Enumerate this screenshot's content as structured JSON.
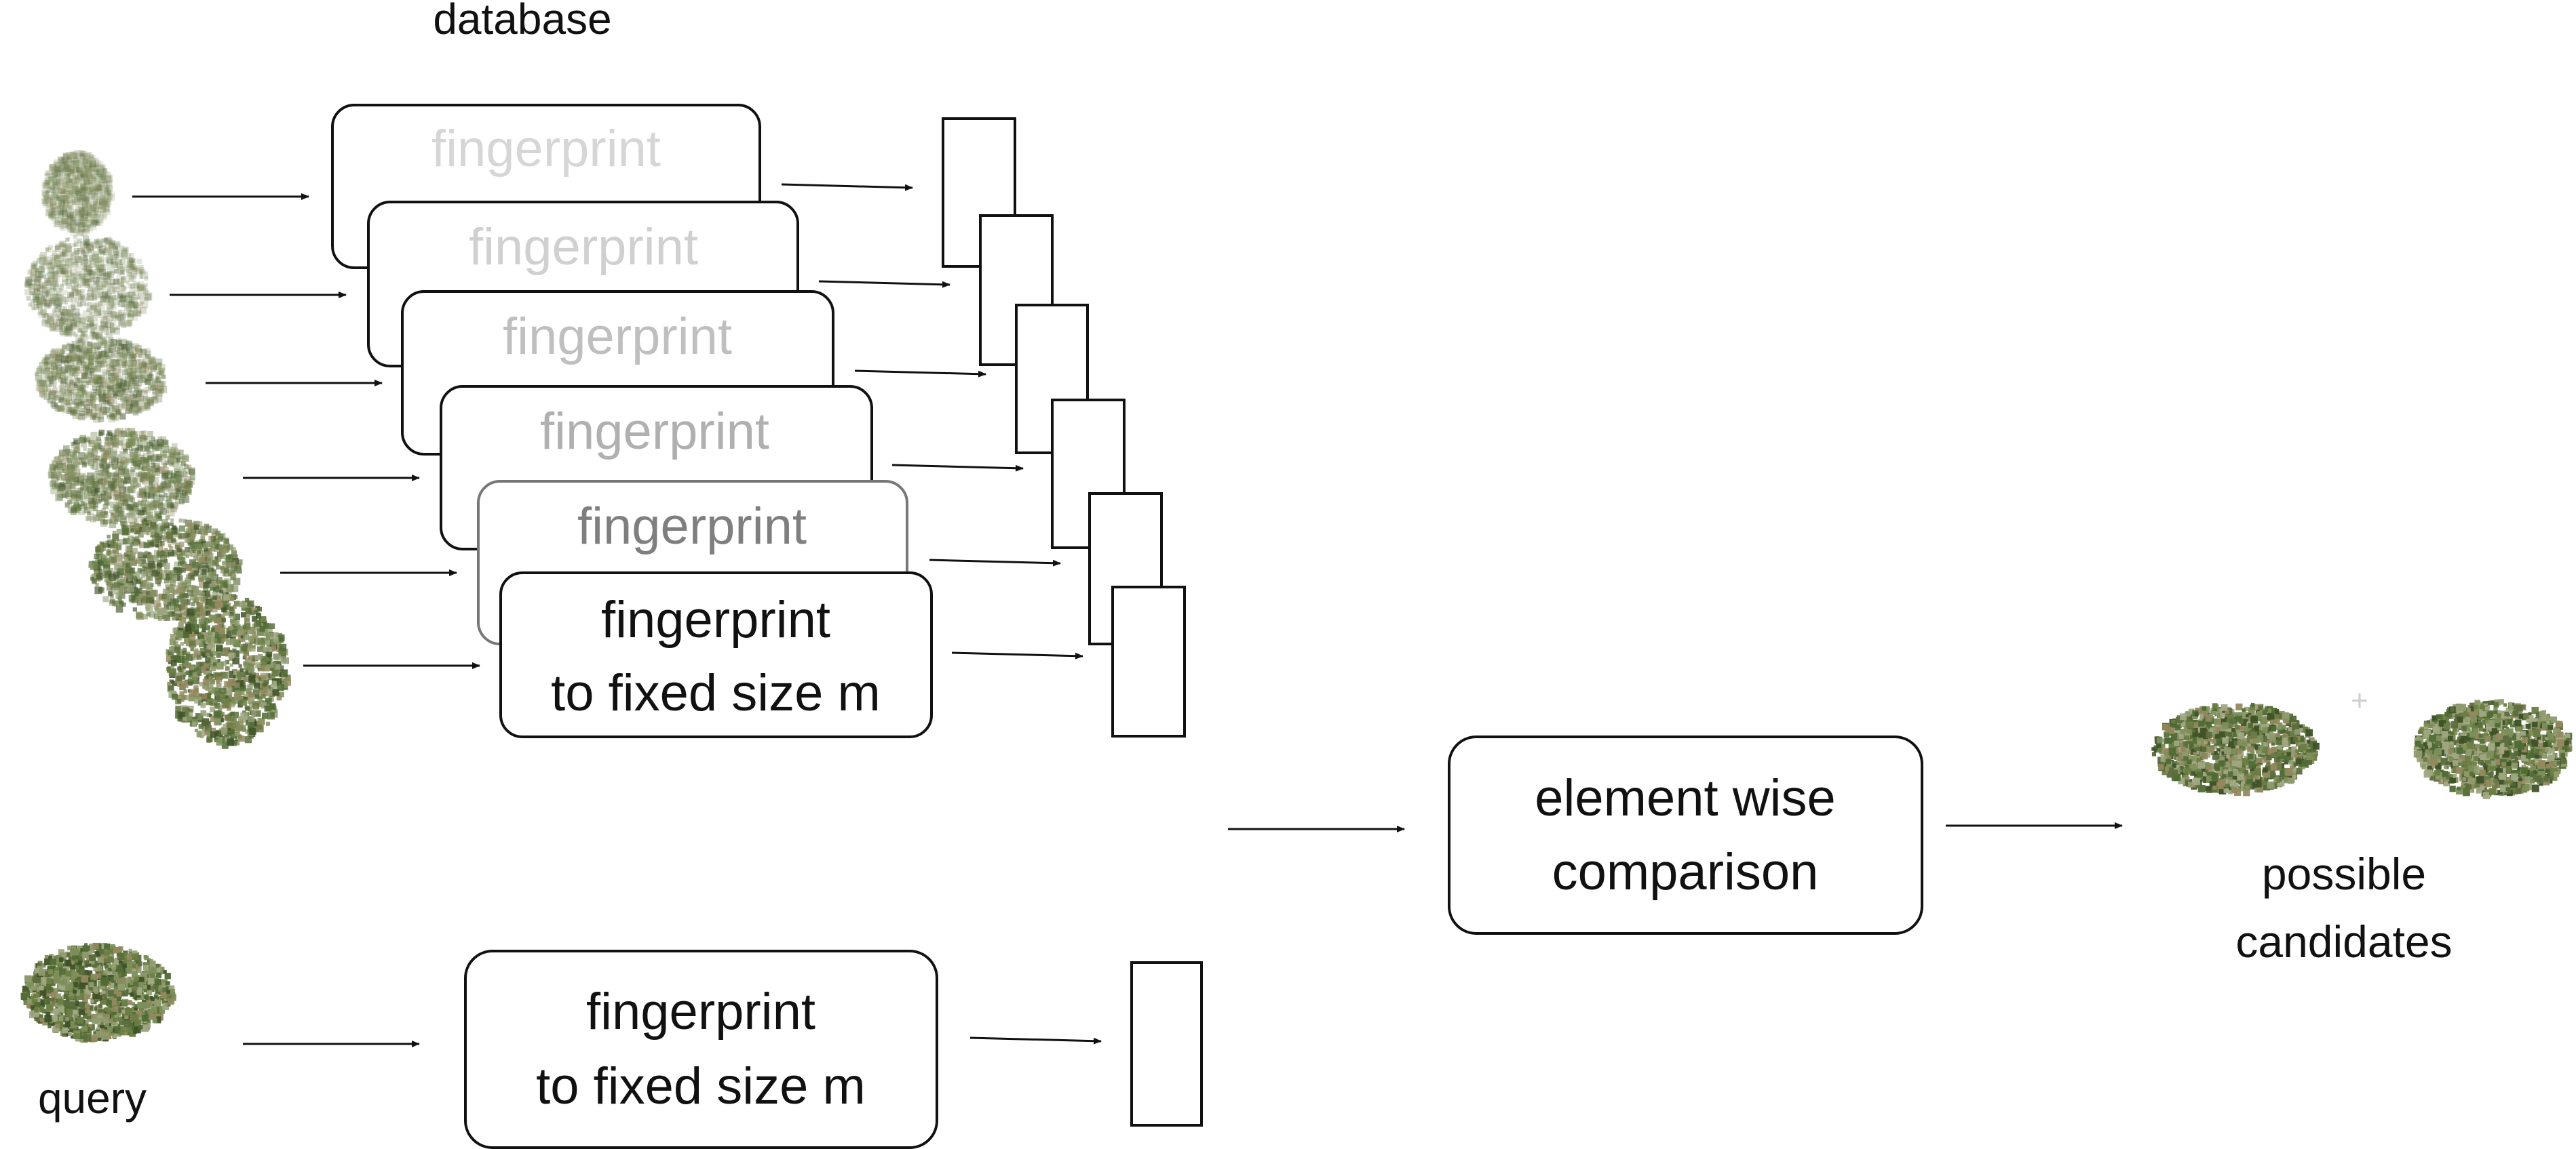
{
  "database_label": "database",
  "query_label": "query",
  "stack_labels": [
    {
      "line1": "fingerprint",
      "line2": "",
      "color": "#d6d6d6"
    },
    {
      "line1": "fingerprint",
      "line2": "",
      "color": "#d0d0d0"
    },
    {
      "line1": "fingerprint",
      "line2": "",
      "color": "#bfbfbf"
    },
    {
      "line1": "fingerprint",
      "line2": "",
      "color": "#b0b0b0"
    },
    {
      "line1": "fingerprint",
      "line2": "",
      "color": "#7f7f7f"
    },
    {
      "line1": "fingerprint",
      "line2": "to fixed size m",
      "color": "#111111"
    }
  ],
  "query_box": {
    "line1": "fingerprint",
    "line2": "to fixed size m"
  },
  "comparison_box": {
    "line1": "element wise",
    "line2": "comparison"
  },
  "candidates_label": {
    "line1": "possible",
    "line2": "candidates"
  },
  "plus_sign": "+",
  "colors": {
    "foliage_dark": "#4f6b34",
    "foliage_mid": "#7d8f5a",
    "foliage_light": "#b7c2a0",
    "stroke": "#111111"
  }
}
